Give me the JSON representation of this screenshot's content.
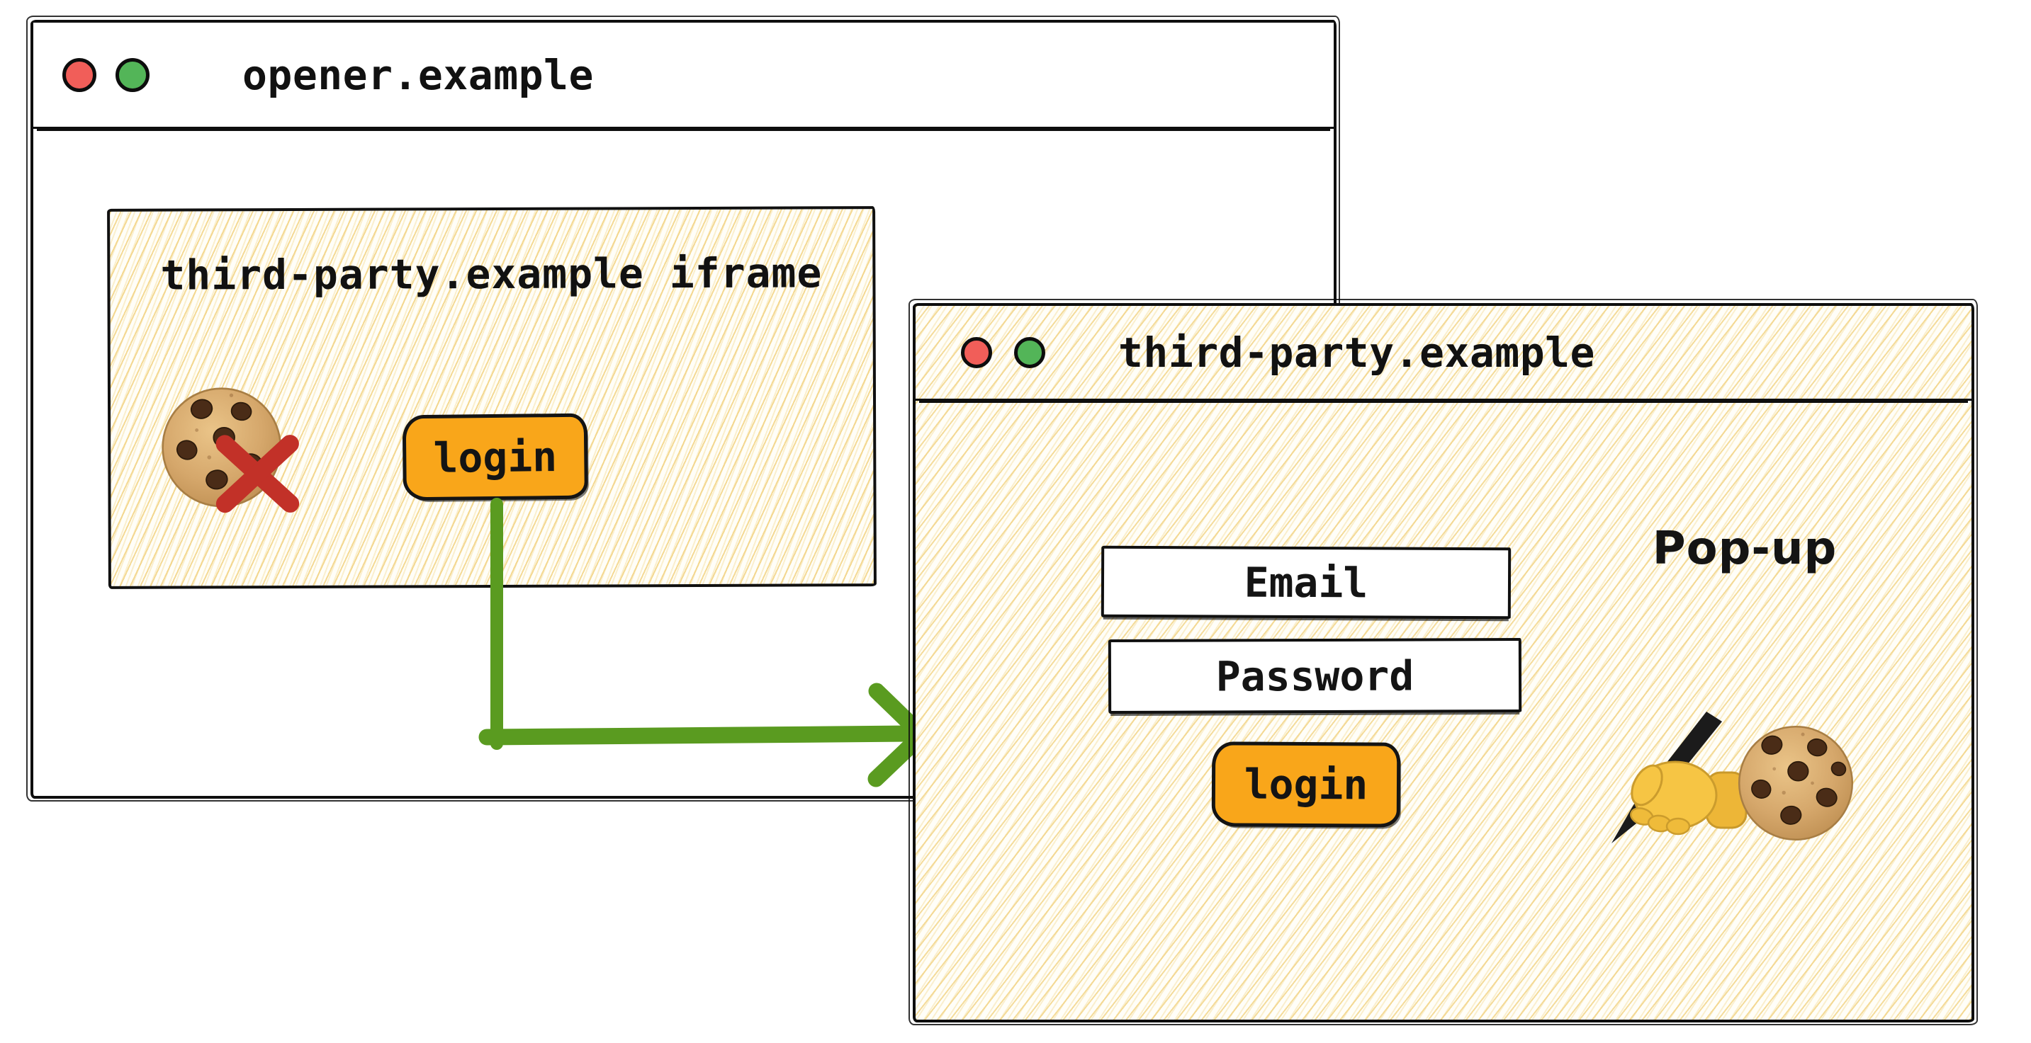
{
  "opener_window": {
    "title": "opener.example",
    "controls": {
      "close": "close-button",
      "zoom": "zoom-button"
    },
    "iframe": {
      "label": "third-party.example iframe",
      "login_button_label": "login",
      "icons": {
        "cookie": "cookie-icon",
        "blocked": "blocked-x-icon"
      }
    }
  },
  "popup_window": {
    "title": "third-party.example",
    "caption": "Pop-up",
    "form": {
      "email_placeholder": "Email",
      "password_placeholder": "Password",
      "login_button_label": "login"
    },
    "icons": {
      "writing_hand": "writing-hand-icon",
      "cookie": "cookie-icon"
    }
  },
  "arrow": {
    "icon": "flow-arrow-icon"
  },
  "colors": {
    "button_orange": "#F9A61A",
    "arrow_green": "#5A9B20",
    "blocked_x_red": "#C23128",
    "traffic_red": "#F15E59",
    "traffic_green": "#53B558",
    "hatch_gold": "#F3DA9E",
    "ink_black": "#111111"
  }
}
